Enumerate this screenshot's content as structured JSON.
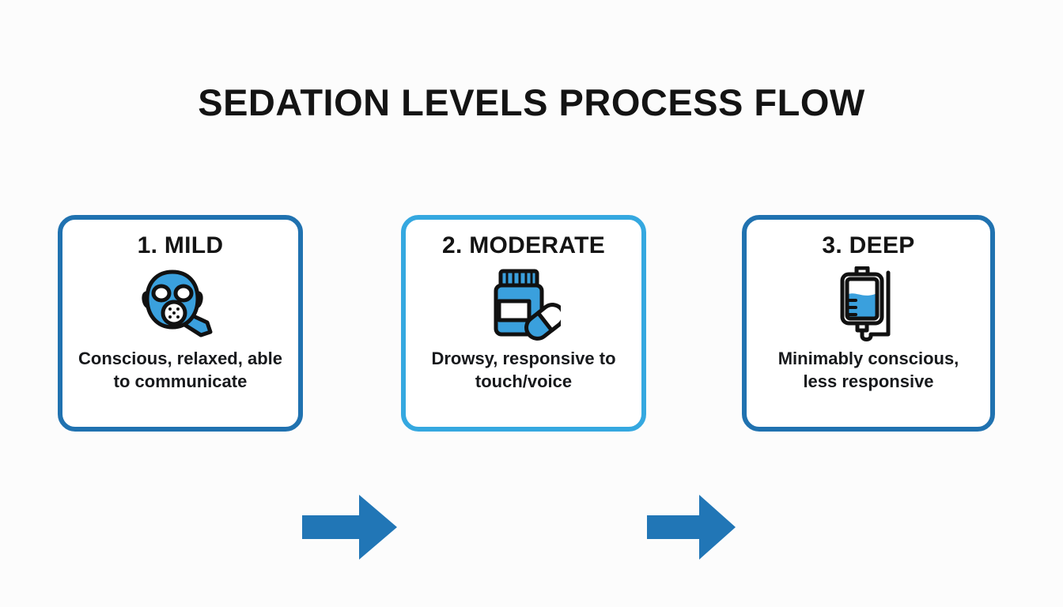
{
  "page": {
    "title": "SEDATION LEVELS PROCESS FLOW",
    "background_color": "#fcfcfc",
    "title_color": "#141414"
  },
  "colors": {
    "card_border_dark": "#2072b0",
    "card_border_light": "#35a8e0",
    "arrow_blue": "#2176b6",
    "icon_blue": "#3aa0dd",
    "icon_outline": "#111111",
    "text_dark": "#141414"
  },
  "flow": {
    "steps": [
      {
        "heading": "1. MILD",
        "description": "Conscious, relaxed, able to communicate",
        "icon": "gas-mask-icon",
        "border_color": "#2072b0"
      },
      {
        "heading": "2. MODERATE",
        "description": "Drowsy, responsive to touch/voice",
        "icon": "pill-bottle-icon",
        "border_color": "#35a8e0"
      },
      {
        "heading": "3. DEEP",
        "description": "Minimably conscious, less responsive",
        "icon": "iv-drip-bag-icon",
        "border_color": "#2072b0"
      }
    ],
    "connectors": [
      {
        "icon": "arrow-right-icon",
        "color": "#2176b6"
      },
      {
        "icon": "arrow-right-icon",
        "color": "#2176b6"
      }
    ]
  }
}
